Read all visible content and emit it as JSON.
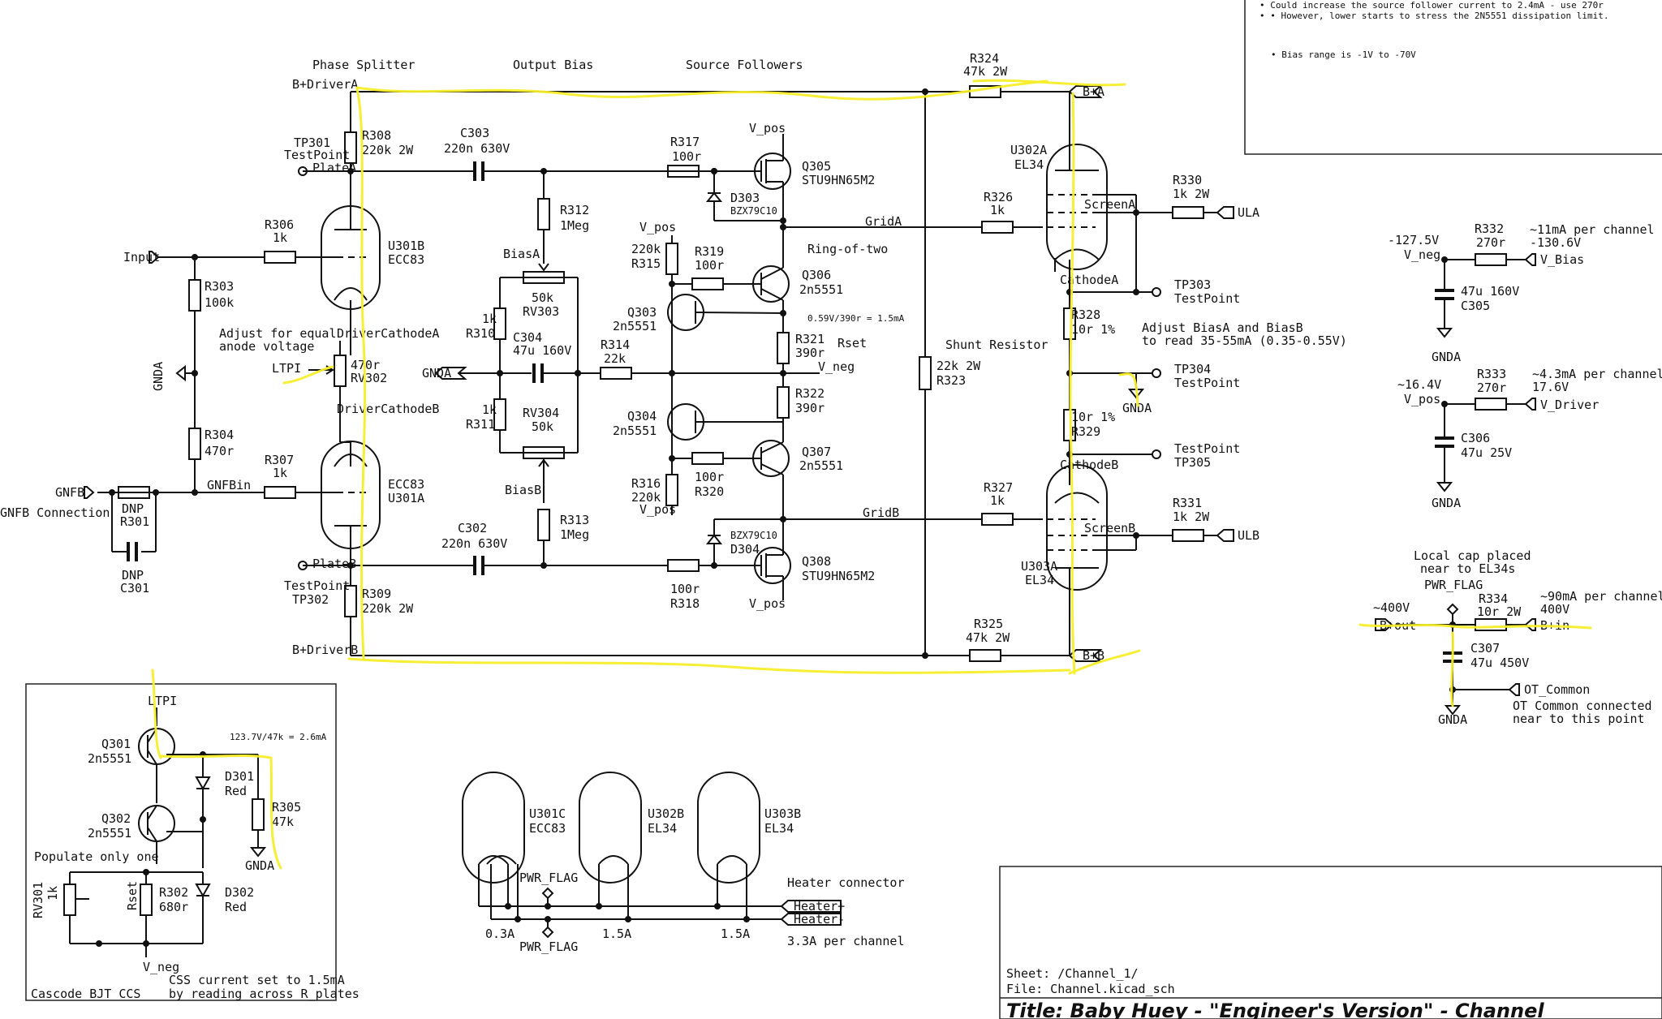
{
  "notes": {
    "line1": "• Could increase the source follower current to 2.4mA - use 270r",
    "line2": "• • However, lower starts to stress the 2N5551 dissipation limit.",
    "line3": "• Bias range is -1V to -70V"
  },
  "sections": {
    "phase_splitter": "Phase Splitter",
    "output_bias": "Output Bias",
    "source_followers": "Source Followers"
  },
  "nets": {
    "bplus_driver_a": "B+DriverA",
    "bplus_driver_b": "B+DriverB",
    "plate_a": "PlateA",
    "plate_b": "PlateB",
    "input": "Input",
    "gnda": "GNDA",
    "gnfb": "GNFB",
    "gnfbin": "GNFBin",
    "gnfb_connection": "GNFB Connection",
    "ltpi": "LTPI",
    "driver_cathode_a": "DriverCathodeA",
    "driver_cathode_b": "DriverCathodeB",
    "bias_a": "BiasA",
    "bias_b": "BiasB",
    "v_pos": "V_pos",
    "v_neg": "V_neg",
    "grid_a": "GridA",
    "grid_b": "GridB",
    "cathode_a": "CathodeA",
    "cathode_b": "CathodeB",
    "b_plus_a": "B+A",
    "b_plus_b": "B+B",
    "ula": "ULA",
    "ulb": "ULB",
    "v_bias": "V_Bias",
    "v_driver": "V_Driver",
    "b_plus_out": "B+out",
    "b_plus_in": "B+in",
    "ot_common": "OT_Common",
    "pwr_flag": "PWR_FLAG",
    "heater_plus": "Heater+",
    "heater_minus": "Heater-",
    "screen_a": "ScreenA",
    "screen_b": "ScreenB"
  },
  "testpoints": {
    "tp301": "TP301",
    "tp302": "TP302",
    "tp303": "TP303",
    "tp304": "TP304",
    "tp305": "TP305",
    "label": "TestPoint"
  },
  "components": {
    "r308": {
      "ref": "R308",
      "val": "220k 2W"
    },
    "r309": {
      "ref": "R309",
      "val": "220k 2W"
    },
    "c303": {
      "ref": "C303",
      "val": "220n 630V"
    },
    "c302": {
      "ref": "C302",
      "val": "220n 630V"
    },
    "r306": {
      "ref": "R306",
      "val": "1k"
    },
    "r307": {
      "ref": "R307",
      "val": "1k"
    },
    "r303": {
      "ref": "R303",
      "val": "100k"
    },
    "r304": {
      "ref": "R304",
      "val": "470r"
    },
    "r301": {
      "ref": "R301",
      "val": "DNP"
    },
    "c301": {
      "ref": "C301",
      "val": "DNP"
    },
    "u301b": {
      "ref": "U301B",
      "val": "ECC83"
    },
    "u301a": {
      "ref": "U301A",
      "val": "ECC83"
    },
    "u301c": {
      "ref": "U301C",
      "val": "ECC83"
    },
    "rv302": {
      "ref": "RV302",
      "val": "470r"
    },
    "r312": {
      "ref": "R312",
      "val": "1Meg"
    },
    "r313": {
      "ref": "R313",
      "val": "1Meg"
    },
    "rv303": {
      "ref": "RV303",
      "val": "50k"
    },
    "rv304": {
      "ref": "RV304",
      "val": "50k"
    },
    "r310": {
      "ref": "R310",
      "val": "1k"
    },
    "r311": {
      "ref": "R311",
      "val": "1k"
    },
    "c304": {
      "ref": "C304",
      "val": "47u 160V"
    },
    "r314": {
      "ref": "R314",
      "val": "22k"
    },
    "r317": {
      "ref": "R317",
      "val": "100r"
    },
    "r318": {
      "ref": "R318",
      "val": "100r"
    },
    "q305": {
      "ref": "Q305",
      "val": "STU9HN65M2"
    },
    "q308": {
      "ref": "Q308",
      "val": "STU9HN65M2"
    },
    "d303": {
      "ref": "D303",
      "val": "BZX79C10"
    },
    "d304": {
      "ref": "D304",
      "val": "BZX79C10"
    },
    "r315": {
      "ref": "R315",
      "val": "220k"
    },
    "r316": {
      "ref": "R316",
      "val": "220k"
    },
    "r319": {
      "ref": "R319",
      "val": "100r"
    },
    "r320": {
      "ref": "R320",
      "val": "100r"
    },
    "q303": {
      "ref": "Q303",
      "val": "2n5551"
    },
    "q304": {
      "ref": "Q304",
      "val": "2n5551"
    },
    "q306": {
      "ref": "Q306",
      "val": "2n5551"
    },
    "q307": {
      "ref": "Q307",
      "val": "2n5551"
    },
    "r321": {
      "ref": "R321",
      "val": "390r"
    },
    "r322": {
      "ref": "R322",
      "val": "390r"
    },
    "r323": {
      "ref": "R323",
      "val": "22k 2W"
    },
    "r324": {
      "ref": "R324",
      "val": "47k 2W"
    },
    "r325": {
      "ref": "R325",
      "val": "47k 2W"
    },
    "r326": {
      "ref": "R326",
      "val": "1k"
    },
    "r327": {
      "ref": "R327",
      "val": "1k"
    },
    "u302a": {
      "ref": "U302A",
      "val": "EL34"
    },
    "u303a": {
      "ref": "U303A",
      "val": "EL34"
    },
    "u302b": {
      "ref": "U302B",
      "val": "EL34"
    },
    "u303b": {
      "ref": "U303B",
      "val": "EL34"
    },
    "r330": {
      "ref": "R330",
      "val": "1k 2W"
    },
    "r331": {
      "ref": "R331",
      "val": "1k 2W"
    },
    "r328": {
      "ref": "R328",
      "val": "10r 1%"
    },
    "r329": {
      "ref": "R329",
      "val": "10r 1%"
    },
    "r332": {
      "ref": "R332",
      "val": "270r"
    },
    "c305": {
      "ref": "C305",
      "val": "47u 160V"
    },
    "r333": {
      "ref": "R333",
      "val": "270r"
    },
    "c306": {
      "ref": "C306",
      "val": "47u 25V"
    },
    "r334": {
      "ref": "R334",
      "val": "10r 2W"
    },
    "c307": {
      "ref": "C307",
      "val": "47u 450V"
    },
    "q301": {
      "ref": "Q301",
      "val": "2n5551"
    },
    "q302": {
      "ref": "Q302",
      "val": "2n5551"
    },
    "d301": {
      "ref": "D301",
      "val": "Red"
    },
    "d302": {
      "ref": "D302",
      "val": "Red"
    },
    "r305": {
      "ref": "R305",
      "val": "47k"
    },
    "rv301": {
      "ref": "RV301",
      "val": "1k"
    },
    "r302": {
      "ref": "R302",
      "val": "680r"
    }
  },
  "annotations": {
    "adjust_anode": "Adjust for equal",
    "adjust_anode2": "anode voltage",
    "ring_of_two": "Ring-of-two",
    "rset_calc": "0.59V/390r = 1.5mA",
    "rset": "Rset",
    "shunt": "Shunt Resistor",
    "adjust_bias": "Adjust BiasA and BiasB",
    "adjust_bias2": "to read 35-55mA (0.35-0.55V)",
    "v127": "-127.5V",
    "i11": "~11mA per channel",
    "v130": "-130.6V",
    "v16": "~16.4V",
    "i43": "~4.3mA per channel",
    "v176": "17.6V",
    "local_cap": "Local cap placed",
    "local_cap2": "near to EL34s",
    "v400neg": "~400V",
    "i90": "~90mA per channel",
    "v400": "400V",
    "ot_common_note": "OT Common connected",
    "ot_common_note2": "near to this point",
    "ccs_calc": "123.7V/47k = 2.6mA",
    "populate": "Populate only one",
    "ccs_note": "CSS current set to 1.5mA",
    "ccs_note2": "by reading across R_plates",
    "cascode": "Cascode BJT CCS",
    "heater_conn": "Heater connector",
    "heater_total": "3.3A per channel",
    "h03": "0.3A",
    "h15a": "1.5A",
    "h15b": "1.5A"
  },
  "title_block": {
    "sheet": "Sheet: /Channel_1/",
    "file": "File: Channel.kicad_sch",
    "title": "Title: Baby Huey - \"Engineer's Version\" - Channel"
  }
}
